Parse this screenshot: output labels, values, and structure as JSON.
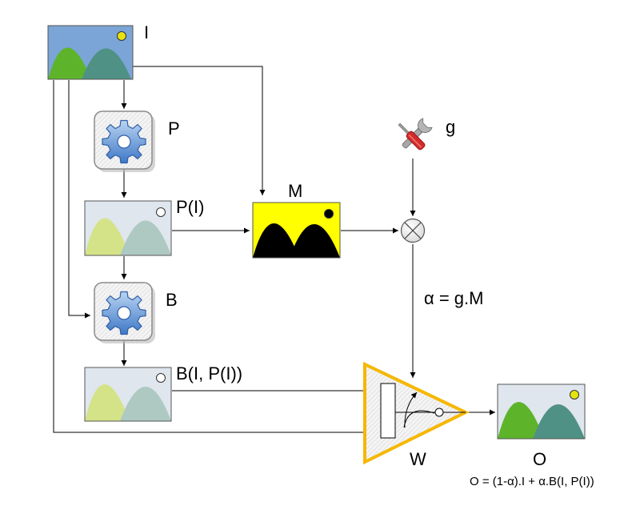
{
  "nodes": {
    "input_image": {
      "label": "I"
    },
    "process_p": {
      "label": "P"
    },
    "processed_image": {
      "label": "P(I)"
    },
    "mask": {
      "label": "M"
    },
    "tool_g": {
      "label": "g"
    },
    "process_b": {
      "label": "B"
    },
    "blended_image": {
      "label": "B(I, P(I))"
    },
    "weight_block": {
      "label": "W"
    },
    "output_image": {
      "label": "O"
    }
  },
  "equations": {
    "alpha": "α = g.M",
    "output": "O = (1-α).I + α.B(I, P(I))"
  },
  "colors": {
    "sky_blue": "#7aa5d6",
    "hill_green": "#5db42a",
    "hill_teal": "#4f9184",
    "mask_yellow": "#ffff00",
    "triangle_orange": "#f5b700",
    "gear_blue": "#6b9bd8"
  },
  "icons": [
    "image-icon",
    "gear-icon",
    "tools-icon",
    "multiply-icon",
    "amplifier-icon"
  ]
}
